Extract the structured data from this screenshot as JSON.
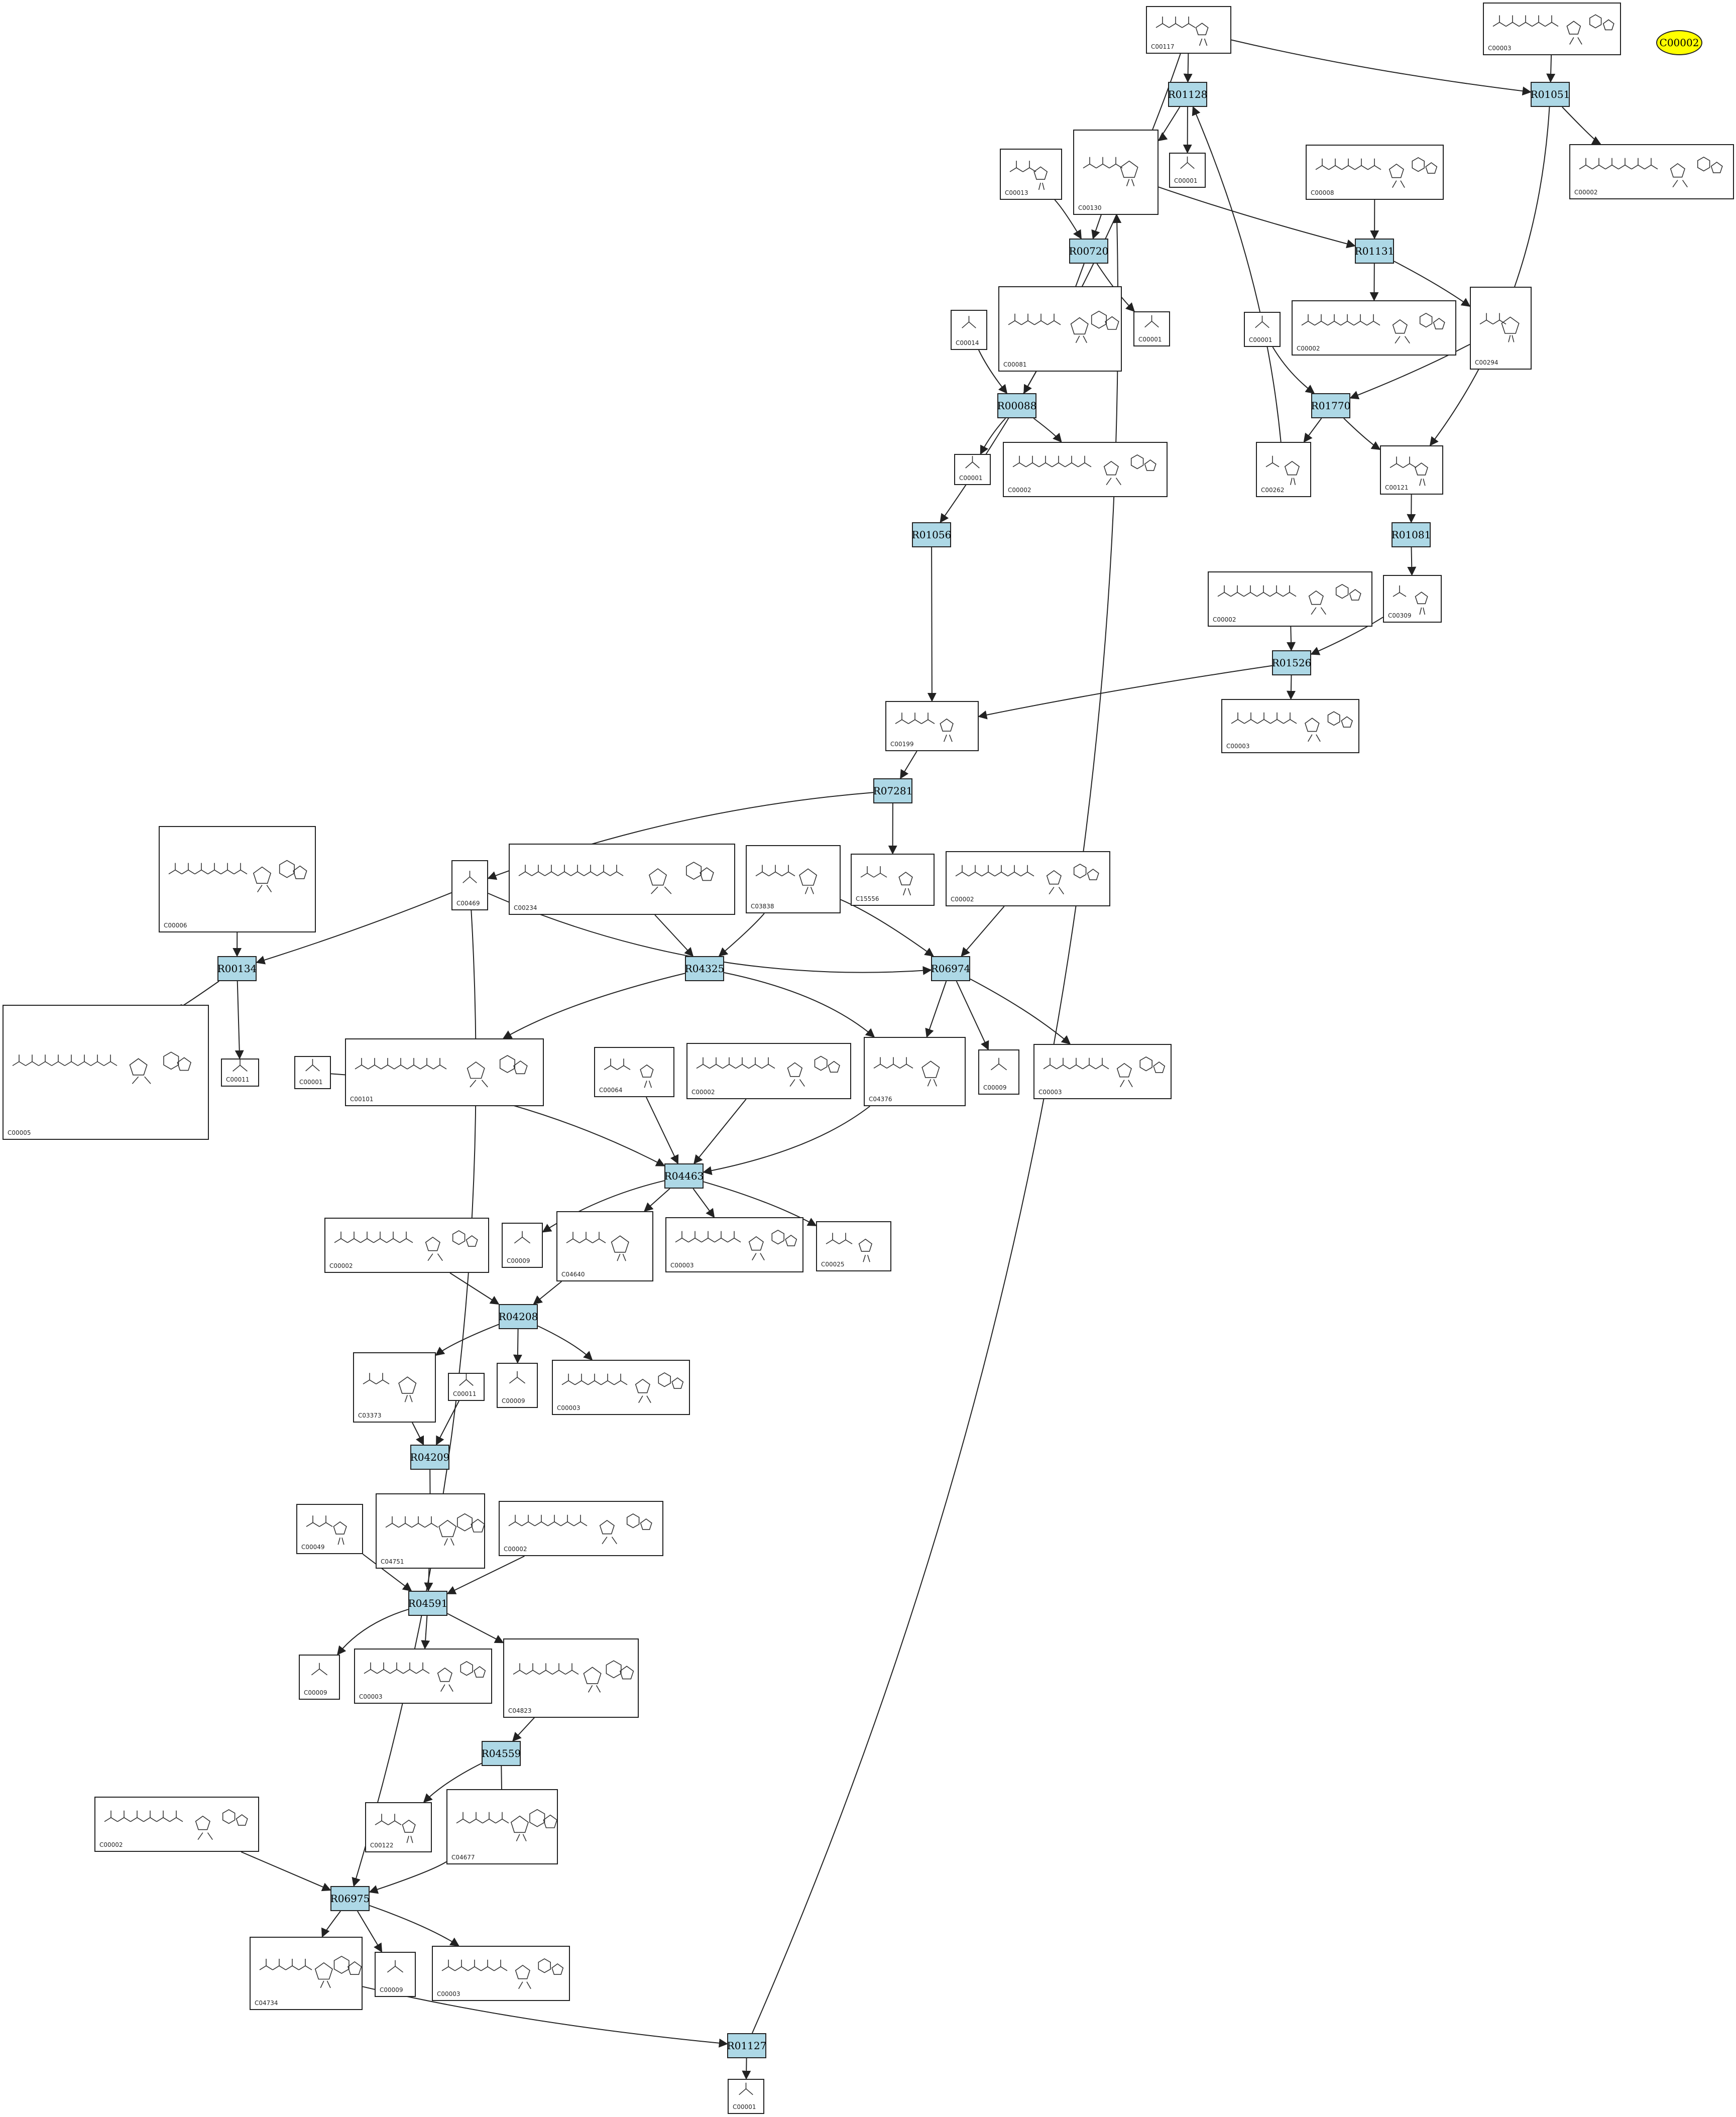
{
  "diagram": {
    "reactions": [
      {
        "id": "R01128",
        "label": "R01128"
      },
      {
        "id": "R01051",
        "label": "R01051"
      },
      {
        "id": "R00720",
        "label": "R00720"
      },
      {
        "id": "R01131",
        "label": "R01131"
      },
      {
        "id": "R00088",
        "label": "R00088"
      },
      {
        "id": "R01770",
        "label": "R01770"
      },
      {
        "id": "R01056",
        "label": "R01056"
      },
      {
        "id": "R01081",
        "label": "R01081"
      },
      {
        "id": "R01526",
        "label": "R01526"
      },
      {
        "id": "R07281",
        "label": "R07281"
      },
      {
        "id": "R00134",
        "label": "R00134"
      },
      {
        "id": "R04325",
        "label": "R04325"
      },
      {
        "id": "R06974",
        "label": "R06974"
      },
      {
        "id": "R04463",
        "label": "R04463"
      },
      {
        "id": "R04208",
        "label": "R04208"
      },
      {
        "id": "R04209",
        "label": "R04209"
      },
      {
        "id": "R04591",
        "label": "R04591"
      },
      {
        "id": "R04559",
        "label": "R04559"
      },
      {
        "id": "R06975",
        "label": "R06975"
      },
      {
        "id": "R01127",
        "label": "R01127"
      }
    ],
    "highlight": {
      "id": "C00002",
      "label": "C00002",
      "color": "#ffff00"
    },
    "compounds": [
      {
        "id": "c_C00117",
        "label": "C00117",
        "icon": "ribose-phosphate-structure"
      },
      {
        "id": "c_C00003a",
        "label": "C00003",
        "icon": "nucleotide-structure"
      },
      {
        "id": "c_C00001a",
        "label": "C00001",
        "icon": "water-structure"
      },
      {
        "id": "c_C00002a",
        "label": "C00002",
        "icon": "atp-structure"
      },
      {
        "id": "c_C00013",
        "label": "C00013",
        "icon": "diphosphate-structure"
      },
      {
        "id": "c_C00130",
        "label": "C00130",
        "icon": "imp-structure"
      },
      {
        "id": "c_C00008",
        "label": "C00008",
        "icon": "adp-structure"
      },
      {
        "id": "c_C00001b",
        "label": "C00001",
        "icon": "water-structure"
      },
      {
        "id": "c_C00014",
        "label": "C00014",
        "icon": "ammonia-structure"
      },
      {
        "id": "c_C00081",
        "label": "C00081",
        "icon": "itp-structure"
      },
      {
        "id": "c_C00001c",
        "label": "C00001",
        "icon": "water-structure"
      },
      {
        "id": "c_C00002b",
        "label": "C00002",
        "icon": "atp-structure"
      },
      {
        "id": "c_C00294",
        "label": "C00294",
        "icon": "inosine-structure"
      },
      {
        "id": "c_C00001d",
        "label": "C00001",
        "icon": "water-structure"
      },
      {
        "id": "c_C00001e",
        "label": "C00001",
        "icon": "water-structure"
      },
      {
        "id": "c_C00002c",
        "label": "C00002",
        "icon": "atp-structure"
      },
      {
        "id": "c_C00262",
        "label": "C00262",
        "icon": "hypoxanthine-structure"
      },
      {
        "id": "c_C00121",
        "label": "C00121",
        "icon": "ribose-structure"
      },
      {
        "id": "c_C00002d",
        "label": "C00002",
        "icon": "atp-structure"
      },
      {
        "id": "c_C00309",
        "label": "C00309",
        "icon": "ribulose-structure"
      },
      {
        "id": "c_C00003b",
        "label": "C00003",
        "icon": "nucleotide-structure"
      },
      {
        "id": "c_C00199",
        "label": "C00199",
        "icon": "ribulose-phosphate-structure"
      },
      {
        "id": "c_C00006",
        "label": "C00006",
        "icon": "nadp-structure"
      },
      {
        "id": "c_C00469",
        "label": "C00469",
        "icon": "ethanol-structure"
      },
      {
        "id": "c_C00234",
        "label": "C00234",
        "icon": "formyl-thf-structure"
      },
      {
        "id": "c_C03838",
        "label": "C03838",
        "icon": "aminosugar-phosphate-structure"
      },
      {
        "id": "c_C15556",
        "label": "C15556",
        "icon": "hydroxyketone-phosphate-structure"
      },
      {
        "id": "c_C00002e",
        "label": "C00002",
        "icon": "atp-structure"
      },
      {
        "id": "c_C00005",
        "label": "C00005",
        "icon": "nadph-structure"
      },
      {
        "id": "c_C00011a",
        "label": "C00011",
        "icon": "carbon-dioxide-structure"
      },
      {
        "id": "c_C00001f",
        "label": "C00001",
        "icon": "water-structure"
      },
      {
        "id": "c_C00101",
        "label": "C00101",
        "icon": "tetrahydrofolate-structure"
      },
      {
        "id": "c_C00064",
        "label": "C00064",
        "icon": "glutamine-structure"
      },
      {
        "id": "c_C00002f",
        "label": "C00002",
        "icon": "atp-structure"
      },
      {
        "id": "c_C04376",
        "label": "C04376",
        "icon": "fgar-structure"
      },
      {
        "id": "c_C00009a",
        "label": "C00009",
        "icon": "phosphate-structure"
      },
      {
        "id": "c_C00003c",
        "label": "C00003",
        "icon": "nucleotide-structure"
      },
      {
        "id": "c_C00002g",
        "label": "C00002",
        "icon": "atp-structure"
      },
      {
        "id": "c_C00009b",
        "label": "C00009",
        "icon": "phosphate-structure"
      },
      {
        "id": "c_C04640",
        "label": "C04640",
        "icon": "fgam-structure"
      },
      {
        "id": "c_C00003d",
        "label": "C00003",
        "icon": "nucleotide-structure"
      },
      {
        "id": "c_C00025",
        "label": "C00025",
        "icon": "glutamate-structure"
      },
      {
        "id": "c_C03373",
        "label": "C03373",
        "icon": "air-structure"
      },
      {
        "id": "c_C00011b",
        "label": "C00011",
        "icon": "carbon-dioxide-structure"
      },
      {
        "id": "c_C00009c",
        "label": "C00009",
        "icon": "phosphate-structure"
      },
      {
        "id": "c_C00003e",
        "label": "C00003",
        "icon": "nucleotide-structure"
      },
      {
        "id": "c_C00049",
        "label": "C00049",
        "icon": "aspartate-structure"
      },
      {
        "id": "c_C04751",
        "label": "C04751",
        "icon": "cair-structure"
      },
      {
        "id": "c_C00002h",
        "label": "C00002",
        "icon": "atp-structure"
      },
      {
        "id": "c_C00009d",
        "label": "C00009",
        "icon": "phosphate-structure"
      },
      {
        "id": "c_C00003f",
        "label": "C00003",
        "icon": "nucleotide-structure"
      },
      {
        "id": "c_C04823",
        "label": "C04823",
        "icon": "saicar-structure"
      },
      {
        "id": "c_C00122",
        "label": "C00122",
        "icon": "fumarate-structure"
      },
      {
        "id": "c_C04677",
        "label": "C04677",
        "icon": "aicar-structure"
      },
      {
        "id": "c_C00002i",
        "label": "C00002",
        "icon": "atp-structure"
      },
      {
        "id": "c_C04734",
        "label": "C04734",
        "icon": "fair-structure"
      },
      {
        "id": "c_C00009e",
        "label": "C00009",
        "icon": "phosphate-structure"
      },
      {
        "id": "c_C00003g",
        "label": "C00003",
        "icon": "nucleotide-structure"
      },
      {
        "id": "c_C00001g",
        "label": "C00001",
        "icon": "water-structure"
      }
    ],
    "colors": {
      "reaction_fill": "#add8e6",
      "edge": "#222222",
      "highlight": "#ffff00"
    }
  }
}
